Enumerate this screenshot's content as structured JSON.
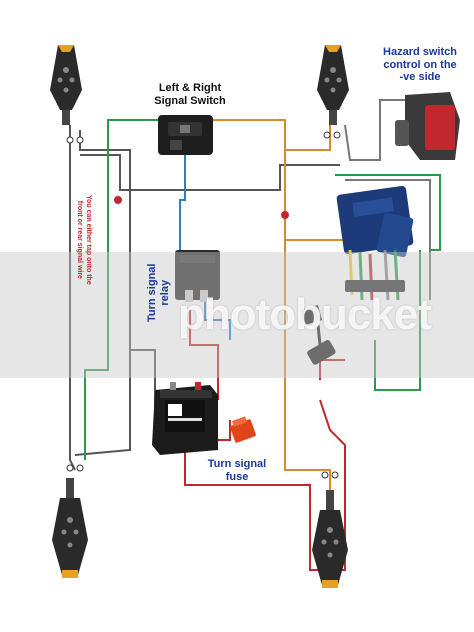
{
  "labels": {
    "hazard": [
      "Hazard switch",
      "control on the",
      "-ve side"
    ],
    "signal_switch": [
      "Left & Right",
      "Signal Switch"
    ],
    "relay": [
      "Turn signal",
      "relay"
    ],
    "fuse": [
      "Turn signal",
      "fuse"
    ],
    "tap_note": [
      "You can either tap onto the",
      "front or rear signal wire"
    ]
  },
  "watermark": "photobucket",
  "colors": {
    "blue_label": "#1a3a9a",
    "red_note": "#c0282d",
    "wire_green": "#2a9a4a",
    "wire_orange": "#d98a2a",
    "wire_blue": "#2f7fc7",
    "wire_red": "#c0282d",
    "wire_grey": "#555555",
    "indicator_amber": "#e8a020"
  }
}
